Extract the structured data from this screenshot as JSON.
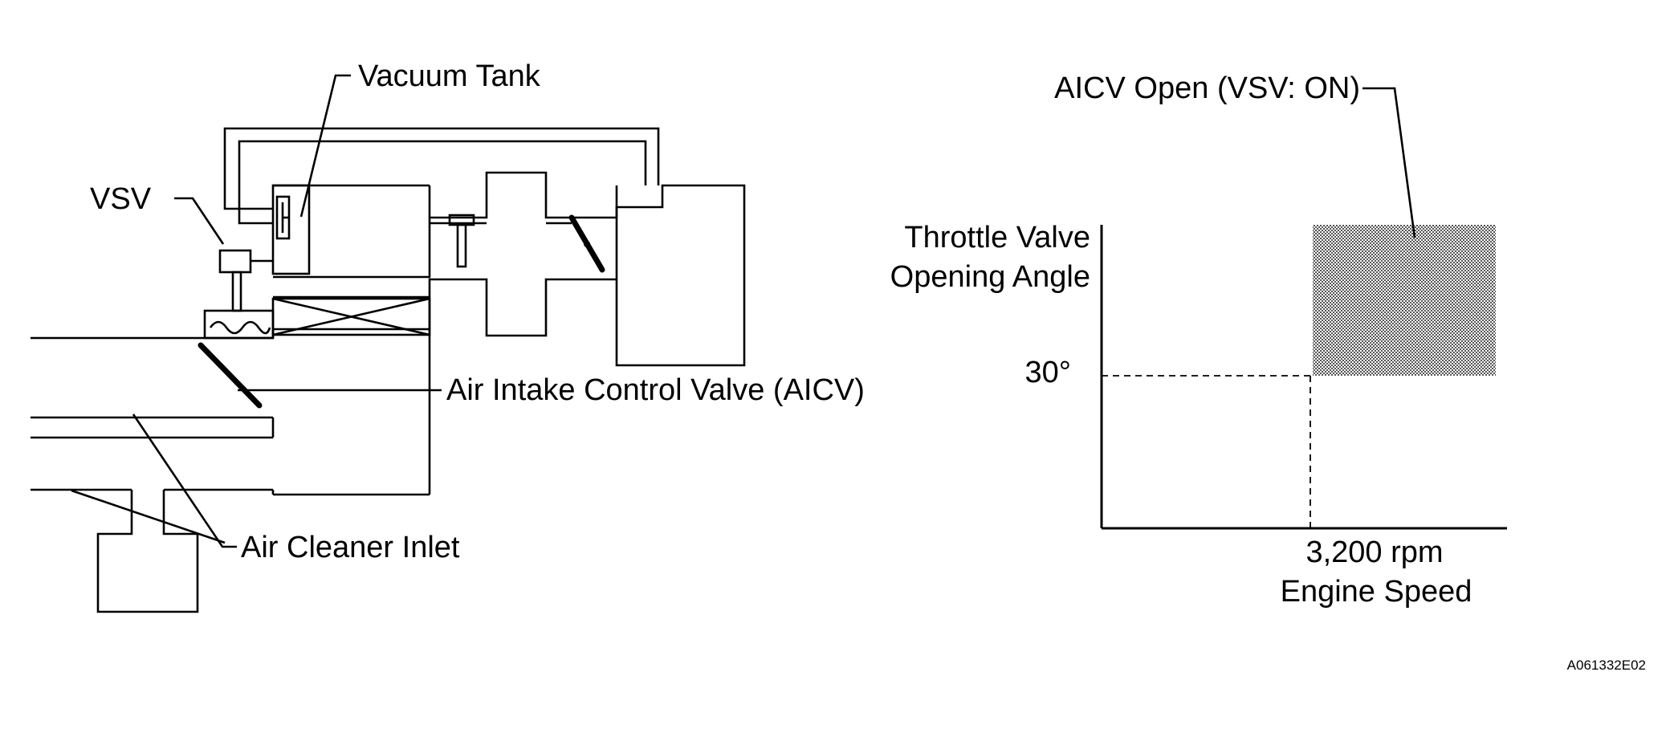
{
  "figure_id": "A061332E02",
  "system_diagram": {
    "labels": {
      "vacuum_tank": "Vacuum Tank",
      "vsv": "VSV",
      "aicv": "Air Intake Control Valve (AICV)",
      "air_cleaner_inlet": "Air Cleaner Inlet"
    }
  },
  "chart_data": {
    "type": "area",
    "title": "",
    "xlabel": "Engine Speed",
    "ylabel": "Throttle Valve Opening Angle",
    "ylabel_lines": [
      "Throttle Valve",
      "Opening Angle"
    ],
    "x_threshold": {
      "value": 3200,
      "label": "3,200 rpm"
    },
    "y_threshold": {
      "value": 30,
      "label": "30°"
    },
    "region": {
      "label": "AICV Open (VSV: ON)",
      "condition": "engine speed above 3,200 rpm and throttle valve opening angle above 30°",
      "fill": "#9a9a9a",
      "pattern": "dotted"
    },
    "grid": false,
    "legend": "none"
  }
}
